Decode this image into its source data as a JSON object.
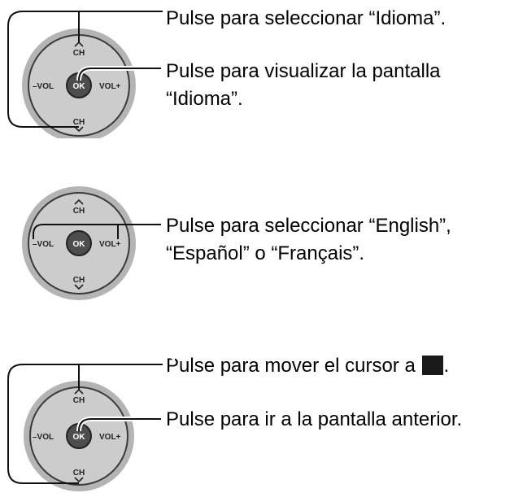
{
  "remote": {
    "ch": "CH",
    "vol_minus": "–VOL",
    "vol_plus": "VOL+",
    "ok": "OK"
  },
  "steps": [
    {
      "lines": [
        "Pulse para seleccionar “Idioma”.",
        "Pulse para visualizar la pantalla",
        "“Idioma”."
      ]
    },
    {
      "lines": [
        "Pulse para seleccionar “English”,",
        "“Español” o “Français”."
      ]
    },
    {
      "lines": [
        "Pulse para mover el cursor a",
        ".",
        "Pulse para ir a la pantalla anterior."
      ],
      "icon": "return-arrow-icon"
    }
  ]
}
